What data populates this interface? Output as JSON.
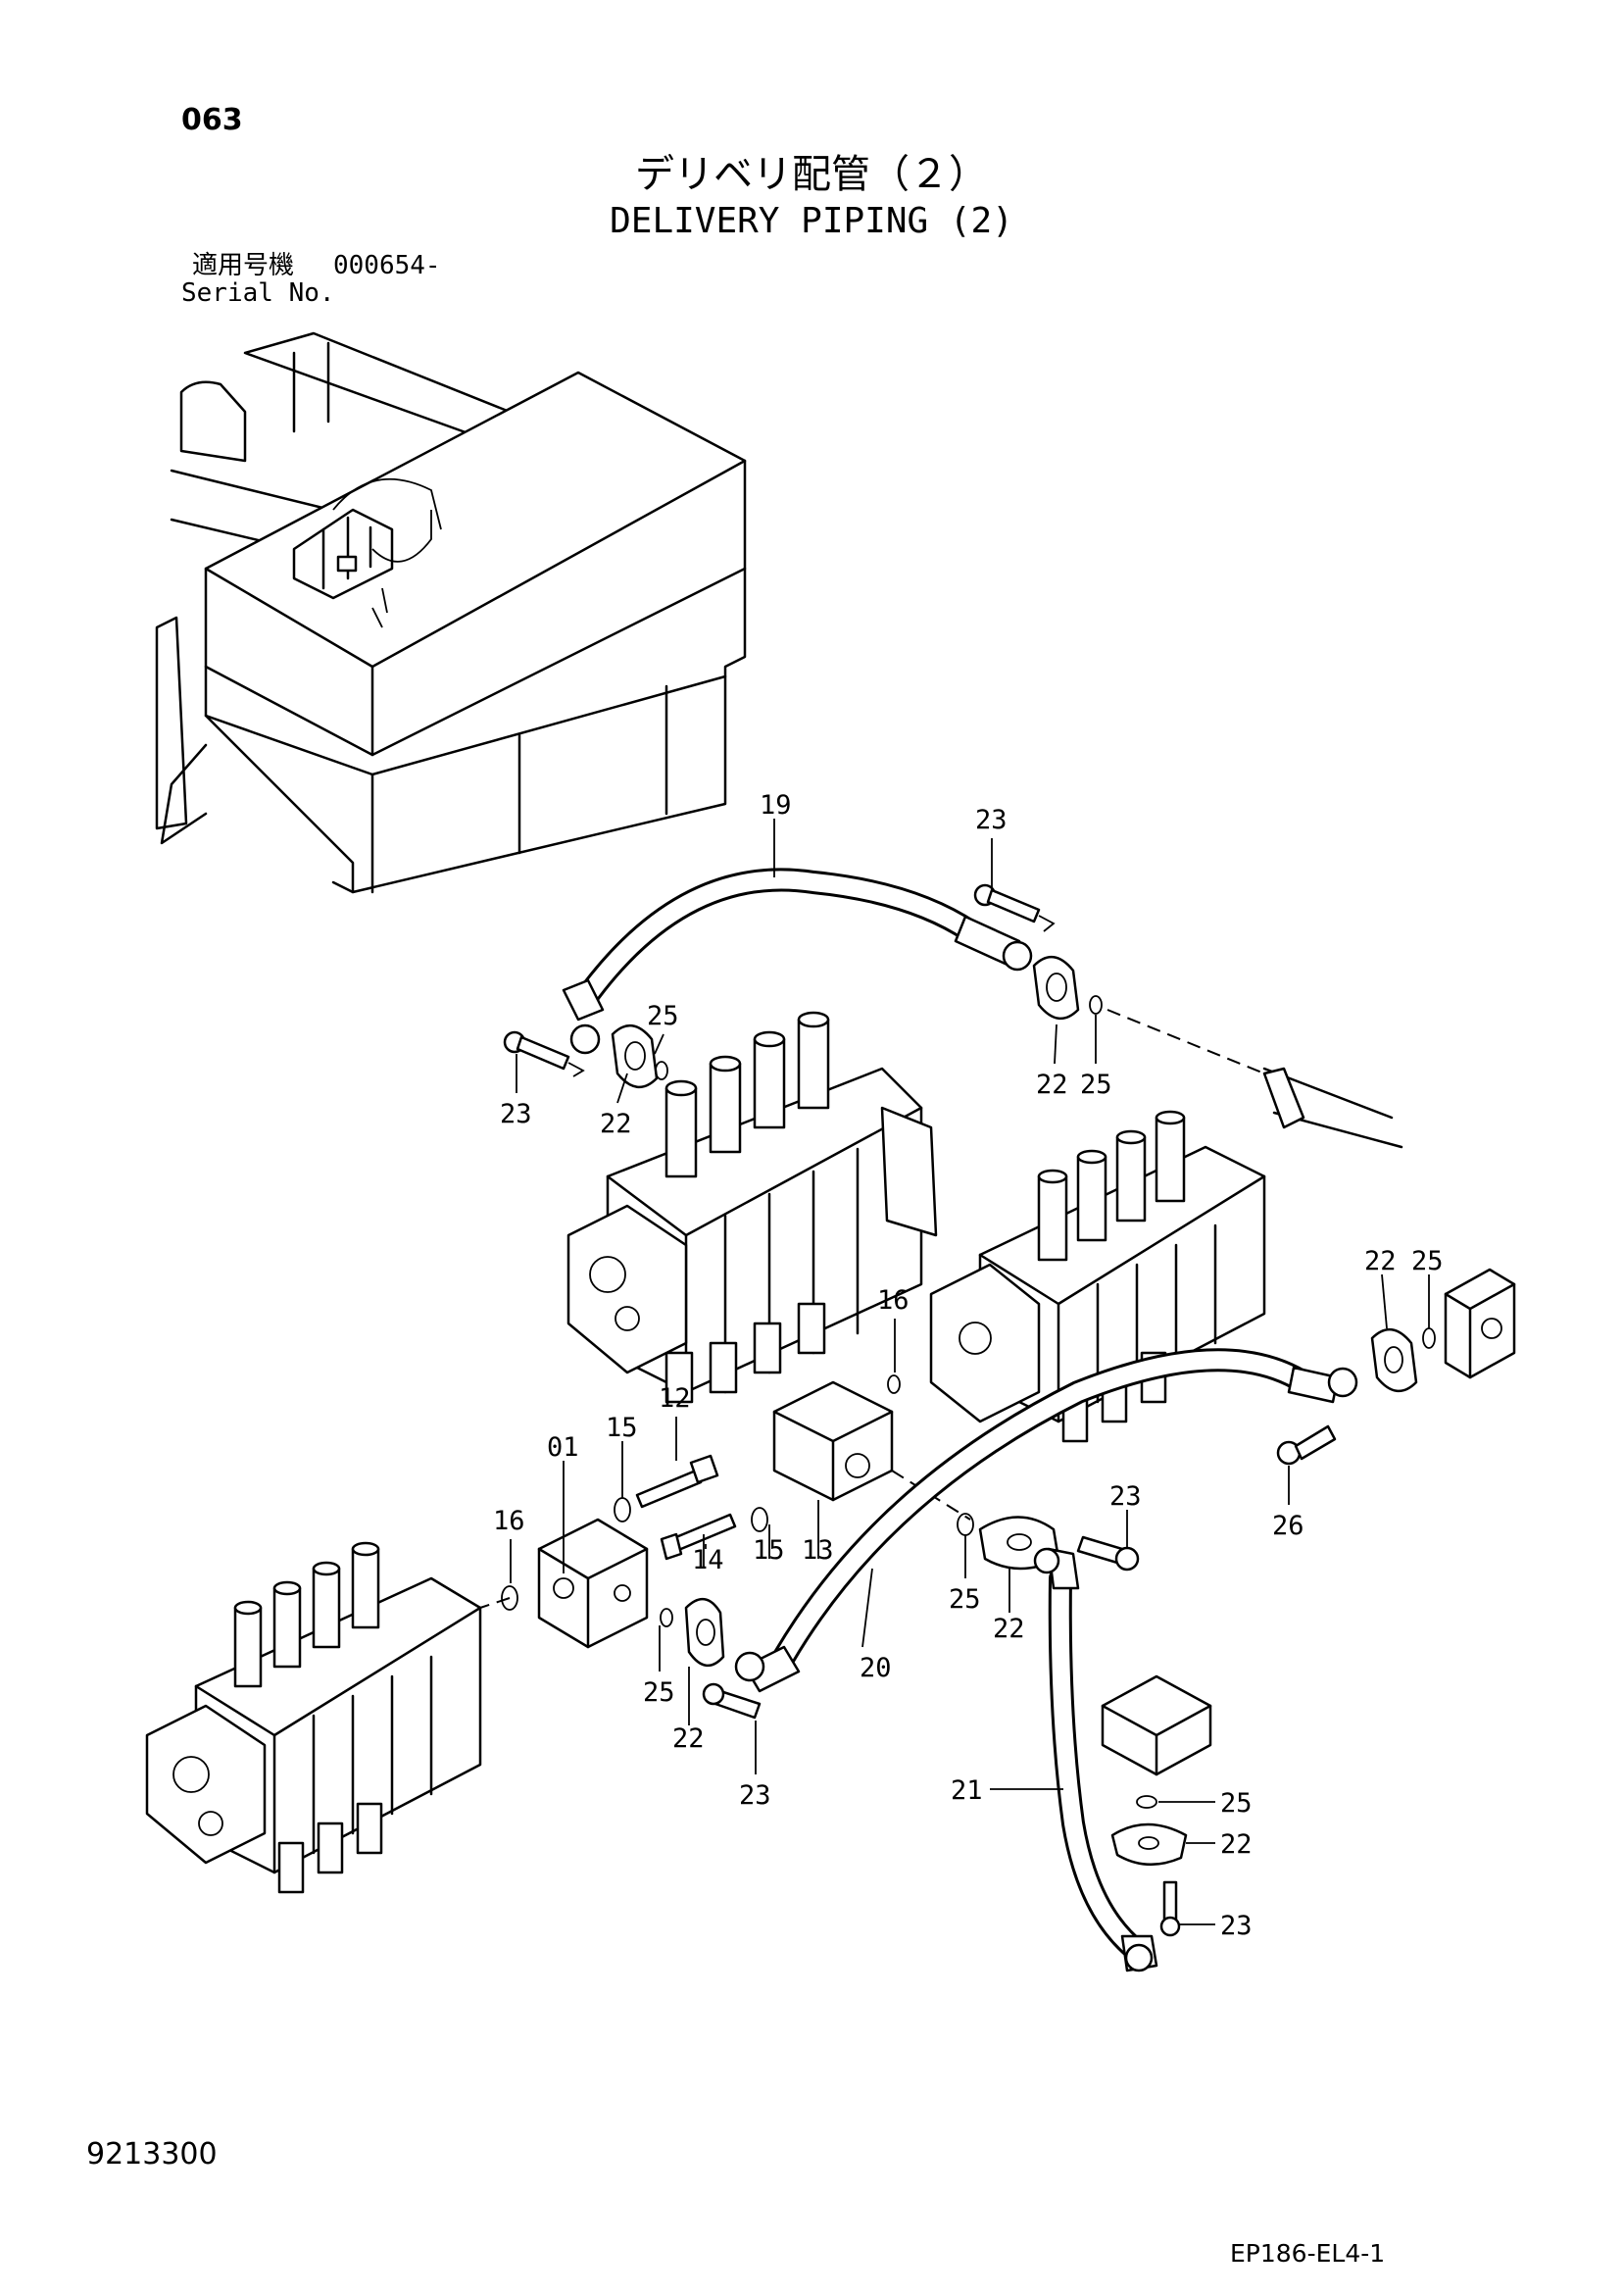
{
  "header": {
    "page_number": "063",
    "title_ja": "デリベリ配管（２）",
    "title_en": "DELIVERY PIPING (2)",
    "serial_label_ja": "適用号機",
    "serial_value": "000654-",
    "serial_label_en": "Serial No."
  },
  "footer": {
    "drawing_code": "9213300",
    "doc_code": "EP186-EL4-1"
  },
  "callouts": {
    "c01": "01",
    "c12": "12",
    "c13": "13",
    "c14": "14",
    "c15a": "15",
    "c15b": "15",
    "c16a": "16",
    "c16b": "16",
    "c19": "19",
    "c20": "20",
    "c21": "21",
    "c22a": "22",
    "c22b": "22",
    "c22c": "22",
    "c22d": "22",
    "c22e": "22",
    "c22f": "22",
    "c23a": "23",
    "c23b": "23",
    "c23c": "23",
    "c23d": "23",
    "c23e": "23",
    "c25a": "25",
    "c25b": "25",
    "c25c": "25",
    "c25d": "25",
    "c25e": "25",
    "c25f": "25",
    "c26": "26"
  }
}
